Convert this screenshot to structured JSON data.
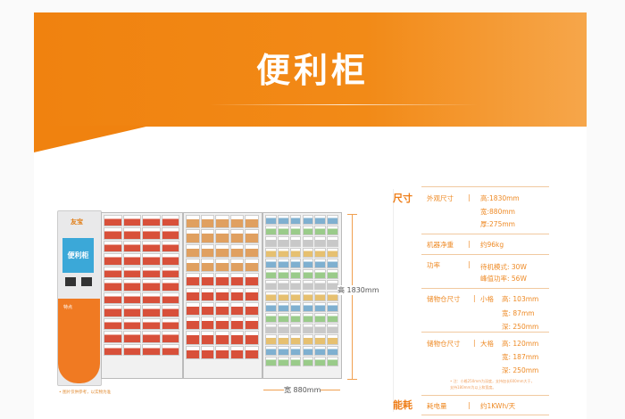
{
  "header": {
    "title": "便利柜"
  },
  "machine": {
    "brand": "友宝",
    "screen_text": "便利柜",
    "panel_label": "特点",
    "note": "• 图片仅供参考，以实物为准",
    "height_label": "高 1830mm",
    "width_label": "宽 880mm"
  },
  "specs": {
    "section_size": "尺寸",
    "section_power": "能耗",
    "sep": "|",
    "exterior": {
      "label": "外观尺寸",
      "values": [
        "高:1830mm",
        "宽:880mm",
        "厚:275mm"
      ]
    },
    "weight": {
      "label": "机器净重",
      "value": "约96kg"
    },
    "power": {
      "label": "功率",
      "values": [
        "待机模式: 30W",
        "峰值功率: 56W"
      ]
    },
    "small": {
      "label": "储物仓尺寸",
      "type": "小格",
      "values": [
        "高: 103mm",
        "宽: 87mm",
        "深: 250mm"
      ]
    },
    "large": {
      "label": "储物仓尺寸",
      "type": "大格",
      "values": [
        "高: 120mm",
        "宽: 187mm",
        "深: 250mm"
      ]
    },
    "footnote": [
      "• 注：小格250mm为深度，支持加长600mm大于，",
      "支持180mm为以上和宽度。"
    ],
    "consumption": {
      "label": "耗电量",
      "value": "约1KWh/天"
    }
  },
  "colors": {
    "accent": "#f0820f"
  }
}
